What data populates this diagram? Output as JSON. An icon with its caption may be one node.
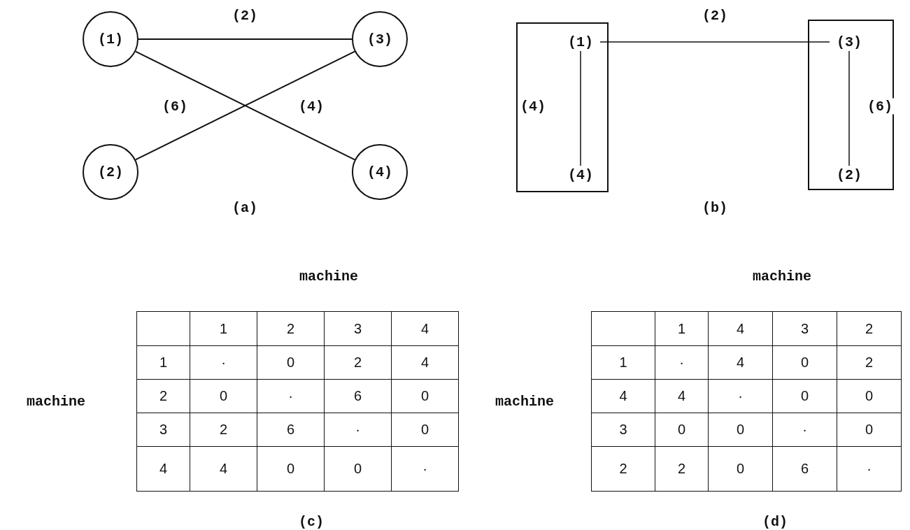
{
  "diagram": {
    "nodes": [
      {
        "text": [
          "(1)"
        ]
      },
      {
        "text": [
          "(3)"
        ]
      },
      {
        "text": [
          "(2)"
        ]
      },
      {
        "text": [
          "(4)"
        ]
      },
      {
        "text": [],
        "shape": "box"
      },
      {
        "text": [
          "(1)"
        ],
        "in": 4
      },
      {
        "text": [
          "(4)"
        ],
        "in": 4
      },
      {
        "text": [],
        "shape": "box"
      },
      {
        "text": [
          "(3)"
        ],
        "in": 7
      },
      {
        "text": [
          "(2)"
        ],
        "in": 7
      }
    ],
    "edges": [
      {
        "from": 0,
        "to": 1,
        "arrow": "none",
        "label": "(2)"
      },
      {
        "from": 0,
        "to": 3,
        "arrow": "none",
        "label": "(4)"
      },
      {
        "from": 2,
        "to": 1,
        "arrow": "none",
        "label": "(6)"
      },
      {
        "from": 5,
        "to": 8,
        "arrow": "none",
        "label": "(2)"
      },
      {
        "from": 5,
        "to": 6,
        "arrow": "none",
        "label": "(4)"
      },
      {
        "from": 8,
        "to": 9,
        "arrow": "none",
        "label": "(6)"
      }
    ],
    "labels": [
      "(a)",
      "(b)",
      "machine",
      "machine",
      "1",
      "2",
      "3",
      "4",
      "1",
      "·",
      "0",
      "2",
      "4",
      "2",
      "0",
      "·",
      "6",
      "0",
      "3",
      "2",
      "6",
      "·",
      "0",
      "4",
      "4",
      "0",
      "0",
      "·",
      "(c)",
      "machine",
      "machine",
      "1",
      "4",
      "3",
      "2",
      "1",
      "·",
      "4",
      "0",
      "2",
      "4",
      "4",
      "·",
      "0",
      "0",
      "3",
      "0",
      "0",
      "·",
      "0",
      "2",
      "2",
      "0",
      "6",
      "·",
      "(d)"
    ]
  }
}
